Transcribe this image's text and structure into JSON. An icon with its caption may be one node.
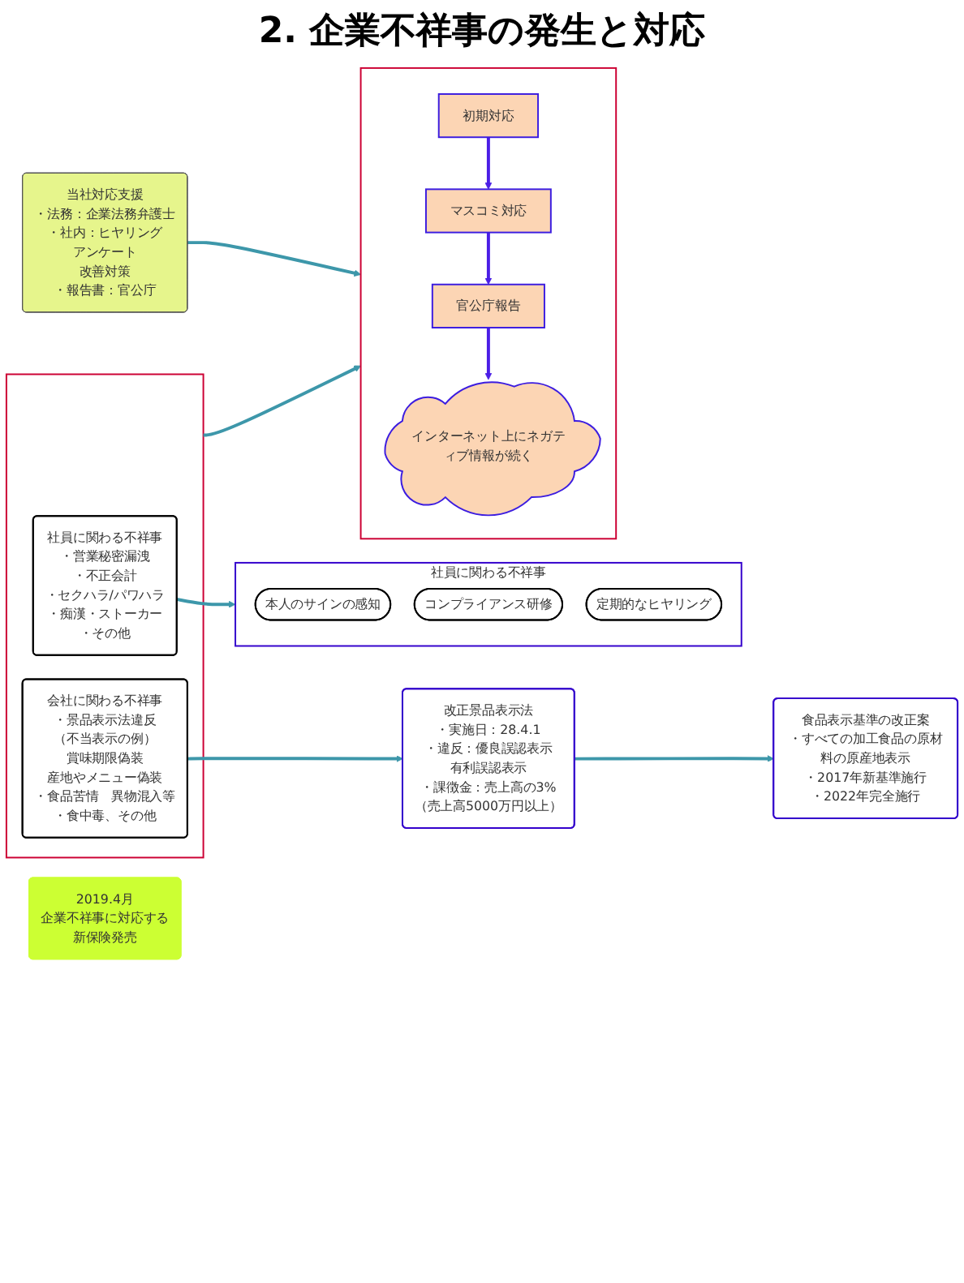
{
  "diagram": {
    "title": "2. 企業不祥事の発生と対応",
    "nodes": [
      {
        "text": [],
        "shape": "box"
      },
      {
        "text": [
          "社員に関わる不祥事",
          "・営業秘密漏洩",
          "・不正会計",
          "・セクハラ/パワハラ",
          "・痴漢・ストーカー",
          "・その他"
        ],
        "in": 0
      },
      {
        "text": [
          "会社に関わる不祥事",
          "・景品表示法違反",
          "（不当表示の例）",
          "賞味期限偽装",
          "産地やメニュー偽装",
          "・食品苦情　異物混入等",
          "・食中毒、その他"
        ],
        "in": 0
      },
      {
        "text": [
          "社員に関わる不祥事"
        ]
      },
      {
        "text": [
          "本人のサインの感知"
        ],
        "in": 3
      },
      {
        "text": [
          "コンプライアンス研修"
        ],
        "in": 3
      },
      {
        "text": [
          "定期的なヒヤリング"
        ],
        "in": 3
      },
      {
        "text": [
          "改正景品表示法",
          "・実施日：28.4.1",
          "・違反：優良誤認表示",
          "有利誤認表示",
          "・課徴金：売上高の3%",
          "（売上高5000万円以上）"
        ]
      },
      {
        "text": [
          "食品表示基準の改正案",
          "・すべての加工食品の原材料の原産地表示",
          "・2017年新基準施行",
          "・2022年完全施行"
        ]
      },
      {
        "text": [],
        "shape": "box"
      },
      {
        "text": [
          "初期対応"
        ],
        "in": 9
      },
      {
        "text": [
          "マスコミ対応"
        ],
        "in": 9
      },
      {
        "text": [
          "官公庁報告"
        ],
        "in": 9
      },
      {
        "text": [
          "インターネット上にネガティブ情報が続く"
        ],
        "in": 9
      },
      {
        "text": [
          "当社対応支援",
          "・法務：企業法務弁護士",
          "・社内：ヒヤリング",
          "アンケート",
          "改善対策",
          "・報告書：官公庁"
        ]
      },
      {
        "text": [
          "2019.4月",
          "企業不祥事に対応する",
          "新保険発売"
        ]
      }
    ],
    "edges": [
      {
        "from": 1,
        "to": 3,
        "arrow": "to"
      },
      {
        "from": 2,
        "to": 7,
        "arrow": "to"
      },
      {
        "from": 7,
        "to": 8,
        "arrow": "to"
      },
      {
        "from": 0,
        "to": 9,
        "arrow": "to"
      },
      {
        "from": 14,
        "to": 9,
        "arrow": "to"
      },
      {
        "from": 10,
        "to": 11,
        "arrow": "to",
        "color": "#4b1ee6"
      },
      {
        "from": 11,
        "to": 12,
        "arrow": "to",
        "color": "#4b1ee6"
      },
      {
        "from": 12,
        "to": 13,
        "arrow": "to",
        "color": "#4b1ee6"
      }
    ]
  }
}
